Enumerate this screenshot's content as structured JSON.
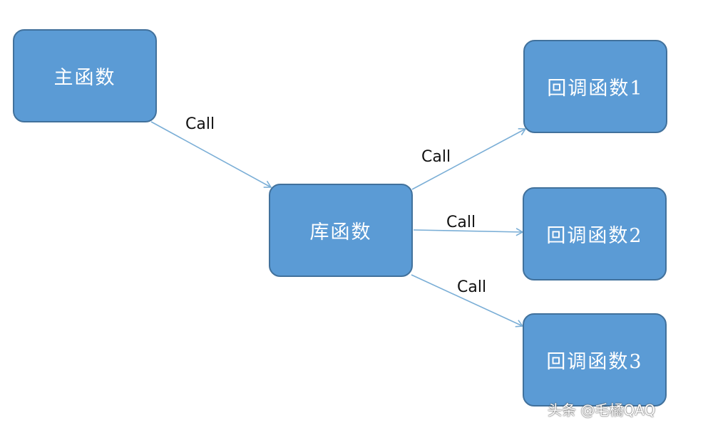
{
  "nodes": {
    "main": "主函数",
    "library": "库函数",
    "callback1": "回调函数1",
    "callback2": "回调函数2",
    "callback3": "回调函数3"
  },
  "edges": [
    {
      "from": "主函数",
      "to": "库函数",
      "label": "Call"
    },
    {
      "from": "库函数",
      "to": "回调函数1",
      "label": "Call"
    },
    {
      "from": "库函数",
      "to": "回调函数2",
      "label": "Call"
    },
    {
      "from": "库函数",
      "to": "回调函数3",
      "label": "Call"
    }
  ],
  "watermark": "头条 @毛橘QAQ",
  "colors": {
    "node_fill": "#5b9bd5",
    "node_border": "#41719c",
    "arrow": "#7aaed6"
  }
}
